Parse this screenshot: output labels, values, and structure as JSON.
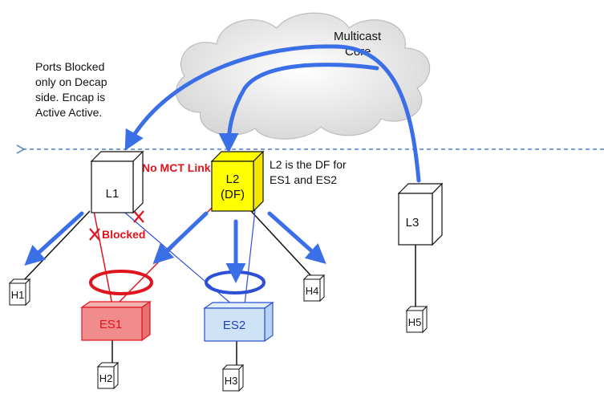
{
  "cloud": {
    "label_line1": "Multicast",
    "label_line2": "Core"
  },
  "notes": {
    "ports_blocked": [
      "Ports Blocked",
      "only on Decap",
      "side. Encap is",
      "Active Active."
    ],
    "df_note": [
      "L2 is the DF for",
      "ES1 and ES2"
    ],
    "no_mct_link": "No MCT Link",
    "blocked": "Blocked"
  },
  "switches": {
    "l1": {
      "label": "L1"
    },
    "l2": {
      "label_line1": "L2",
      "label_line2": "(DF)"
    },
    "l3": {
      "label": "L3"
    }
  },
  "segments": {
    "es1": {
      "label": "ES1"
    },
    "es2": {
      "label": "ES2"
    }
  },
  "hosts": {
    "h1": "H1",
    "h2": "H2",
    "h3": "H3",
    "h4": "H4",
    "h5": "H5"
  },
  "colors": {
    "flow_arrow": "#3b6fe8",
    "blocked_red": "#e0141e",
    "es1_fill": "#f08c8c",
    "es2_fill": "#cfe3f7",
    "es2_stroke": "#2b4fd6",
    "l2_fill": "#ffff00",
    "divider": "#4a7fc8"
  }
}
